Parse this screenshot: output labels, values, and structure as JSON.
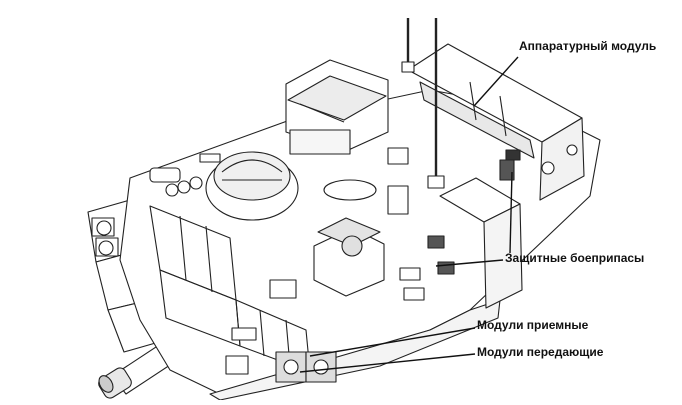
{
  "labels": {
    "hardware_module": "Аппаратурный модуль",
    "protective_ammunition": "Защитные боеприпасы",
    "receiving_modules": "Модули приемные",
    "transmitting_modules": "Модули передающие"
  },
  "colors": {
    "line": "#222222",
    "fill": "#ffffff",
    "shade": "#d8d8d8",
    "dark": "#555555"
  }
}
